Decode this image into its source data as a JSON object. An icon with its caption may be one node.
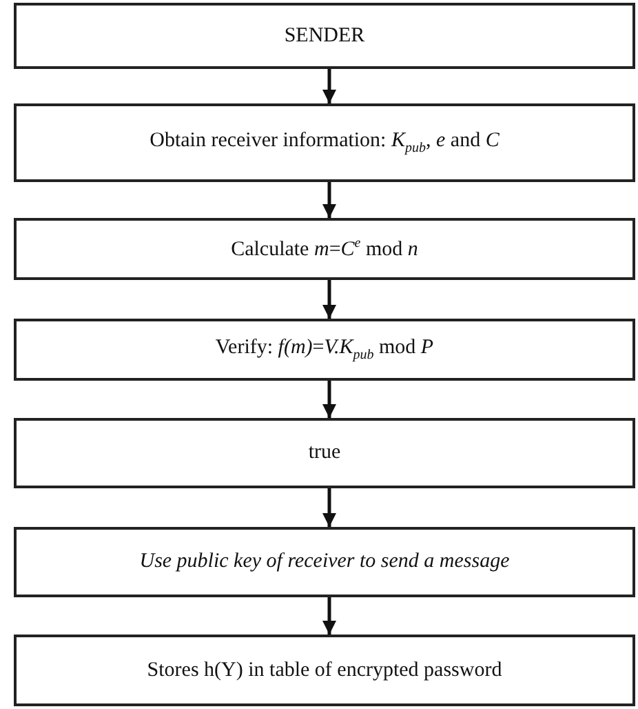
{
  "diagram": {
    "nodes": [
      {
        "text": [
          "SENDER"
        ]
      },
      {
        "text": [
          "Obtain receiver information: *K*$_{pub}$, *e* and *C*"
        ]
      },
      {
        "text": [
          "Calculate *m*=*C*$^{e}$ mod *n*"
        ]
      },
      {
        "text": [
          "Verify: *f(m)*=*V.K*$_{pub}$ mod *P*"
        ]
      },
      {
        "text": [
          "true"
        ]
      },
      {
        "text": [
          "*Use public key of receiver to send a message*"
        ]
      },
      {
        "text": [
          "Stores h(Y) in table of encrypted password"
        ]
      }
    ],
    "edges": [
      {
        "from": 0,
        "to": 1,
        "arrow": "to"
      },
      {
        "from": 1,
        "to": 2,
        "arrow": "to"
      },
      {
        "from": 2,
        "to": 3,
        "arrow": "to"
      },
      {
        "from": 3,
        "to": 4,
        "arrow": "to"
      },
      {
        "from": 4,
        "to": 5,
        "arrow": "to"
      },
      {
        "from": 5,
        "to": 6,
        "arrow": "to"
      }
    ]
  }
}
